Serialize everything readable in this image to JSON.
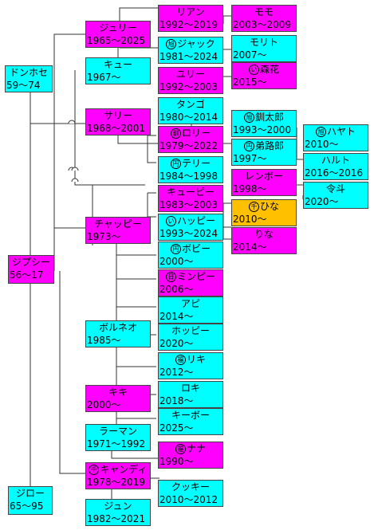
{
  "palette": {
    "cyan": "#00ffff",
    "magenta": "#ff00ff",
    "gold": "#ffc000",
    "line": "#333333"
  },
  "nodes": [
    {
      "id": "donhose",
      "name": "ドンホセ",
      "years": "59〜74",
      "color": "cyan",
      "mark": ""
    },
    {
      "id": "gypsy",
      "name": "ジプシー",
      "years": "56〜17",
      "color": "magenta",
      "mark": ""
    },
    {
      "id": "jiro",
      "name": "ジロー",
      "years": "65〜95",
      "color": "cyan",
      "mark": ""
    },
    {
      "id": "julie",
      "name": "ジュリー",
      "years": "1965〜2025",
      "color": "magenta",
      "mark": ""
    },
    {
      "id": "kyu",
      "name": "キュー",
      "years": "1967〜",
      "color": "cyan",
      "mark": ""
    },
    {
      "id": "sally",
      "name": "サリー",
      "years": "1968〜2001",
      "color": "magenta",
      "mark": ""
    },
    {
      "id": "chappy",
      "name": "チャッピー",
      "years": "1973〜",
      "color": "magenta",
      "mark": ""
    },
    {
      "id": "borneo",
      "name": "ボルネオ",
      "years": "1985〜",
      "color": "cyan",
      "mark": ""
    },
    {
      "id": "kiki",
      "name": "キキ",
      "years": "2000〜",
      "color": "magenta",
      "mark": ""
    },
    {
      "id": "raman",
      "name": "ラーマン",
      "years": "1971〜1992",
      "color": "cyan",
      "mark": ""
    },
    {
      "id": "candy",
      "name": "キャンディ",
      "years": "1978〜2019",
      "color": "magenta",
      "mark": "千"
    },
    {
      "id": "jun",
      "name": "ジュン",
      "years": "1982〜2021",
      "color": "cyan",
      "mark": ""
    },
    {
      "id": "rian",
      "name": "リアン",
      "years": "1992〜2019",
      "color": "magenta",
      "mark": ""
    },
    {
      "id": "jack",
      "name": "ジャック",
      "years": "1981〜2024",
      "color": "cyan",
      "mark": "旭"
    },
    {
      "id": "yuri",
      "name": "ユリー",
      "years": "1992〜2003",
      "color": "magenta",
      "mark": ""
    },
    {
      "id": "tango",
      "name": "タンゴ",
      "years": "1980〜2014",
      "color": "cyan",
      "mark": ""
    },
    {
      "id": "lolly",
      "name": "ロリー",
      "years": "1979〜2022",
      "color": "magenta",
      "mark": "釧"
    },
    {
      "id": "terry",
      "name": "テリー",
      "years": "1984〜1998",
      "color": "cyan",
      "mark": "円"
    },
    {
      "id": "qp",
      "name": "キューピー",
      "years": "1983〜2003",
      "color": "magenta",
      "mark": ""
    },
    {
      "id": "happy",
      "name": "ハッピー",
      "years": "1993〜2024",
      "color": "cyan",
      "mark": "い"
    },
    {
      "id": "bobby",
      "name": "ボビー",
      "years": "2000〜",
      "color": "cyan",
      "mark": "円"
    },
    {
      "id": "mimpy",
      "name": "ミンピー",
      "years": "2006〜",
      "color": "magenta",
      "mark": "日"
    },
    {
      "id": "api",
      "name": "アピ",
      "years": "2014〜",
      "color": "cyan",
      "mark": ""
    },
    {
      "id": "hoppy",
      "name": "ホッピー",
      "years": "2020〜",
      "color": "cyan",
      "mark": ""
    },
    {
      "id": "riki",
      "name": "リキ",
      "years": "2012〜",
      "color": "cyan",
      "mark": "福"
    },
    {
      "id": "roki",
      "name": "ロキ",
      "years": "2018〜",
      "color": "cyan",
      "mark": ""
    },
    {
      "id": "kibo",
      "name": "キーボー",
      "years": "2025〜",
      "color": "cyan",
      "mark": ""
    },
    {
      "id": "nana",
      "name": "ナナ",
      "years": "1990〜",
      "color": "magenta",
      "mark": "福"
    },
    {
      "id": "cookie",
      "name": "クッキー",
      "years": "2010〜2012",
      "color": "cyan",
      "mark": ""
    },
    {
      "id": "momo",
      "name": "モモ",
      "years": "2003〜2009",
      "color": "magenta",
      "mark": ""
    },
    {
      "id": "morito",
      "name": "モリト",
      "years": "2007〜",
      "color": "cyan",
      "mark": ""
    },
    {
      "id": "morika",
      "name": "森花",
      "years": "2015〜",
      "color": "magenta",
      "mark": "い"
    },
    {
      "id": "senta",
      "name": "釧太郎",
      "years": "1993〜2000",
      "color": "cyan",
      "mark": "旭"
    },
    {
      "id": "teiro",
      "name": "弟路郎",
      "years": "1997〜",
      "color": "cyan",
      "mark": "円"
    },
    {
      "id": "rembo",
      "name": "レンボー",
      "years": "1998〜",
      "color": "magenta",
      "mark": ""
    },
    {
      "id": "hina",
      "name": "ひな",
      "years": "2010〜",
      "color": "gold",
      "mark": "千"
    },
    {
      "id": "rina",
      "name": "りな",
      "years": "2014〜",
      "color": "magenta",
      "mark": ""
    },
    {
      "id": "hayato",
      "name": "ハヤト",
      "years": "2010〜",
      "color": "cyan",
      "mark": "旭"
    },
    {
      "id": "haruto",
      "name": "ハルト",
      "years": "2016〜2016",
      "color": "cyan",
      "mark": ""
    },
    {
      "id": "reito",
      "name": "令斗",
      "years": "2020〜",
      "color": "cyan",
      "mark": ""
    }
  ]
}
